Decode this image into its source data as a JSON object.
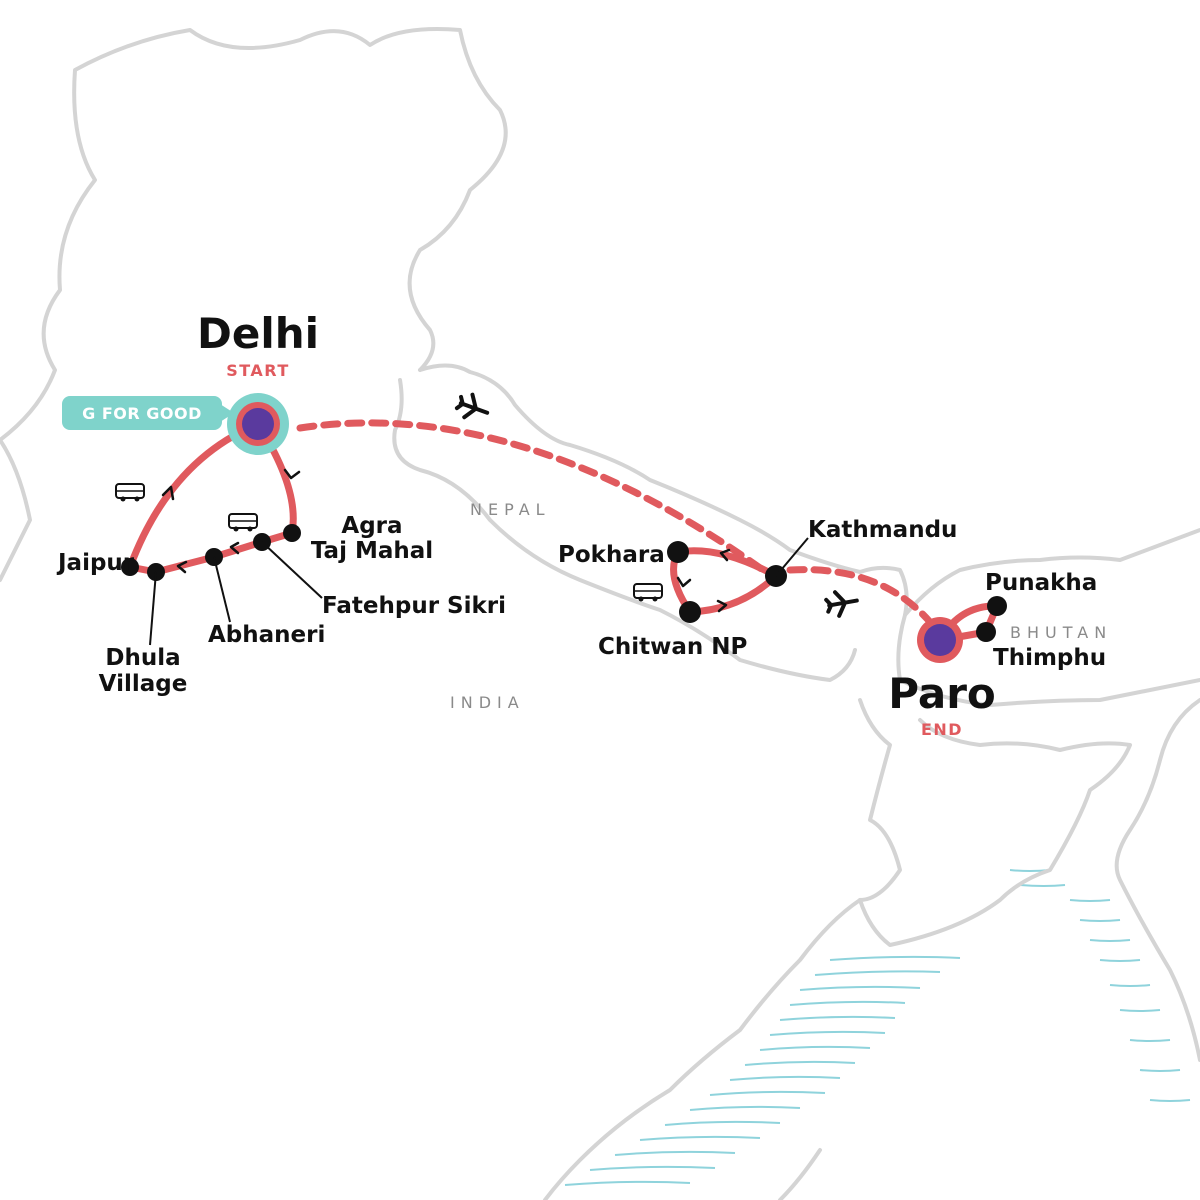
{
  "colors": {
    "route": "#e05a5e",
    "stop": "#111111",
    "hub_fill": "#5a3a9e",
    "badge": "#7fd3cb",
    "border": "#d4d4d4",
    "water": "#8fd3dc",
    "land": "#ffffff",
    "country_label": "#8a8a8a"
  },
  "badge": {
    "label": "G FOR GOOD"
  },
  "cities": {
    "delhi": {
      "name": "Delhi",
      "tag": "START"
    },
    "paro": {
      "name": "Paro",
      "tag": "END"
    },
    "agra_1": "Agra",
    "agra_2": "Taj Mahal",
    "fatehpur": "Fatehpur Sikri",
    "abhaneri": "Abhaneri",
    "jaipur": "Jaipur",
    "dhula_1": "Dhula",
    "dhula_2": "Village",
    "pokhara": "Pokhara",
    "chitwan": "Chitwan NP",
    "kathmandu": "Kathmandu",
    "punakha": "Punakha",
    "thimphu": "Thimphu"
  },
  "countries": {
    "nepal": "NEPAL",
    "india": "INDIA",
    "bhutan": "BHUTAN"
  },
  "icons": {
    "flight": "airplane-icon",
    "bus": "bus-icon",
    "direction": "chevron-arrow-icon"
  }
}
